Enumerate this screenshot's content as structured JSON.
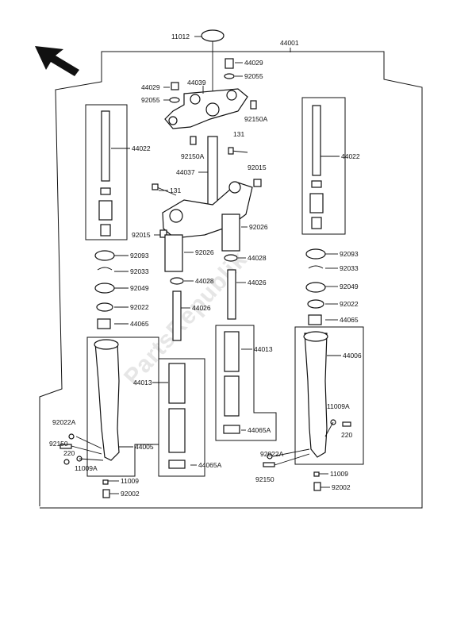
{
  "watermark": "PartsRepublik",
  "labels": {
    "l11012": "11012",
    "l44001": "44001",
    "l44029a": "44029",
    "l44029b": "44029",
    "l44039": "44039",
    "l92055a": "92055",
    "l92055b": "92055",
    "l92150Aa": "92150A",
    "l92150Ab": "92150A",
    "l44022a": "44022",
    "l44022b": "44022",
    "l131a": "131",
    "l131b": "131",
    "l92015a": "92015",
    "l92015b": "92015",
    "l44037": "44037",
    "l92026a": "92026",
    "l92026b": "92026",
    "l92093a": "92093",
    "l92093b": "92093",
    "l92033a": "92033",
    "l92033b": "92033",
    "l44028a": "44028",
    "l44028b": "44028",
    "l44026a": "44026",
    "l44026b": "44026",
    "l92049a": "92049",
    "l92049b": "92049",
    "l92022a": "92022",
    "l92022b": "92022",
    "l44065a": "44065",
    "l44065b": "44065",
    "l44013a": "44013",
    "l44013b": "44013",
    "l44006": "44006",
    "l44005": "44005",
    "l92022Aa": "92022A",
    "l92022Ab": "92022A",
    "l92150a": "92150",
    "l92150b": "92150",
    "l220a": "220",
    "l220b": "220",
    "l11009Aa": "11009A",
    "l11009Ab": "11009A",
    "l11009a": "11009",
    "l11009b": "11009",
    "l92002a": "92002",
    "l92002b": "92002",
    "l44065Aa": "44065A",
    "l44065Ab": "44065A"
  }
}
